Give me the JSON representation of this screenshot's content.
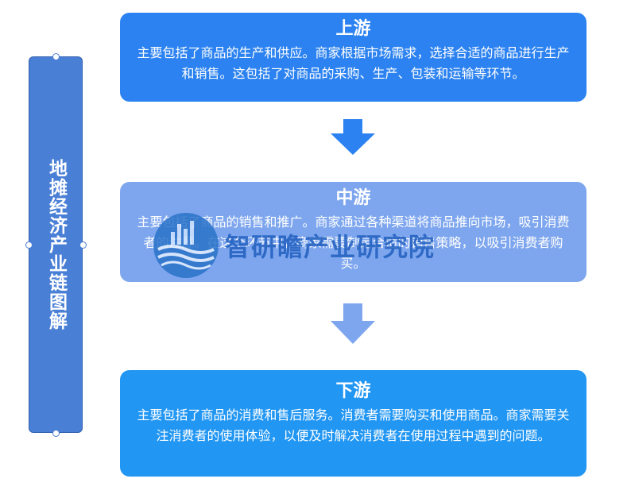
{
  "side_label": "地摊经济产业链图解",
  "stages": {
    "upstream": {
      "title": "上游",
      "desc": "主要包括了商品的生产和供应。商家根据市场需求，选择合适的商品进行生产和销售。这包括了对商品的采购、生产、包装和运输等环节。"
    },
    "midstream": {
      "title": "中游",
      "desc": "主要包括了商品的销售和推广。商家通过各种渠道将商品推向市场，吸引消费者的注意。在这个环节中，商家需要制定合适的销售策略，以吸引消费者购买。"
    },
    "downstream": {
      "title": "下游",
      "desc": "主要包括了商品的消费和售后服务。消费者需要购买和使用商品。商家需要关注消费者的使用体验，以便及时解决消费者在使用过程中遇到的问题。"
    }
  },
  "watermark": "智研瞻产业研究院",
  "colors": {
    "upstream": "#2b82f0",
    "midstream": "#7ea6ee",
    "downstream": "#2196f3",
    "side": "#4a7fd6"
  }
}
